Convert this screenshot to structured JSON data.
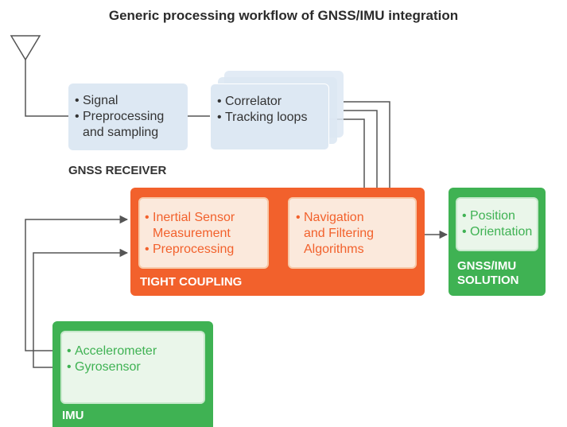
{
  "title": "Generic processing workflow of GNSS/IMU integration",
  "colors": {
    "receiver_fill": "#dde8f3",
    "coupling_fill": "#f2612c",
    "coupling_inner": "#fbe9dc",
    "solution_fill": "#3fb253",
    "solution_inner": "#eaf6ea",
    "connector": "#555555"
  },
  "receiver": {
    "label": "GNSS RECEIVER",
    "signal_box": [
      "Signal",
      "Preprocessing",
      "and sampling"
    ],
    "correlator_box": [
      "Correlator",
      "Tracking loops"
    ]
  },
  "coupling": {
    "label": "TIGHT COUPLING",
    "inertial_box": [
      "Inertial Sensor",
      "Measurement",
      "Preprocessing"
    ],
    "navigation_box": [
      "Navigation",
      "and Filtering",
      "Algorithms"
    ]
  },
  "solution": {
    "label_line1": "GNSS/IMU",
    "label_line2": "SOLUTION",
    "items": [
      "Position",
      "Orientation"
    ]
  },
  "imu": {
    "label": "IMU",
    "items": [
      "Accelerometer",
      "Gyrosensor"
    ]
  },
  "icons": [
    "antenna-icon"
  ]
}
